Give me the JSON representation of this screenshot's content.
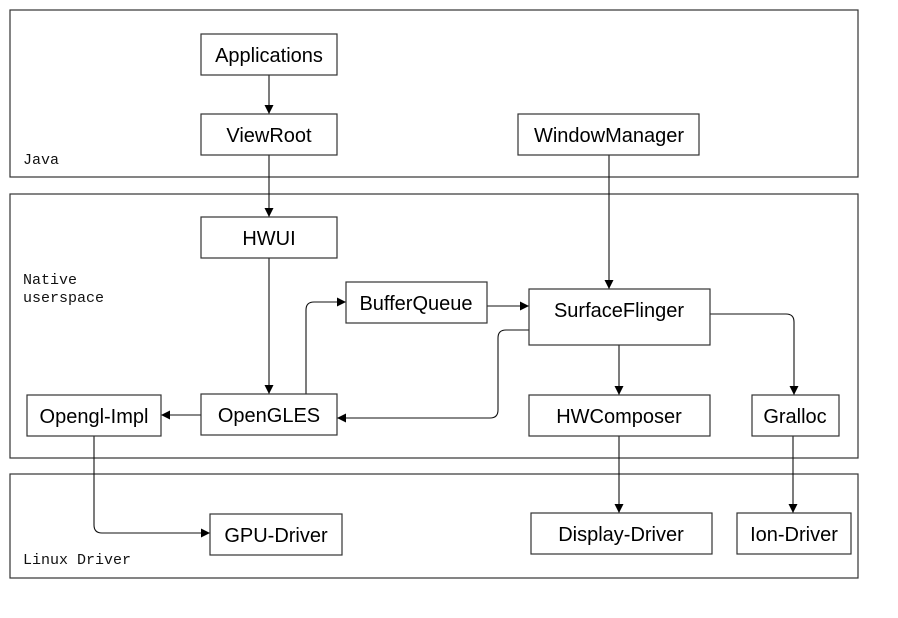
{
  "layers": {
    "java": {
      "label": "Java"
    },
    "native": {
      "label_line1": "Native",
      "label_line2": "userspace"
    },
    "linux": {
      "label": "Linux Driver"
    }
  },
  "nodes": {
    "applications": "Applications",
    "viewroot": "ViewRoot",
    "windowmanager": "WindowManager",
    "hwui": "HWUI",
    "bufferqueue": "BufferQueue",
    "surfaceflinger": "SurfaceFlinger",
    "opengl_impl": "Opengl-Impl",
    "opengles": "OpenGLES",
    "hwcomposer": "HWComposer",
    "gralloc": "Gralloc",
    "gpu_driver": "GPU-Driver",
    "display_driver": "Display-Driver",
    "ion_driver": "Ion-Driver"
  },
  "edges": [
    {
      "from": "Applications",
      "to": "ViewRoot"
    },
    {
      "from": "ViewRoot",
      "to": "HWUI"
    },
    {
      "from": "WindowManager",
      "to": "SurfaceFlinger"
    },
    {
      "from": "HWUI",
      "to": "OpenGLES"
    },
    {
      "from": "OpenGLES",
      "to": "BufferQueue"
    },
    {
      "from": "BufferQueue",
      "to": "SurfaceFlinger"
    },
    {
      "from": "SurfaceFlinger",
      "to": "OpenGLES"
    },
    {
      "from": "SurfaceFlinger",
      "to": "HWComposer"
    },
    {
      "from": "SurfaceFlinger",
      "to": "Gralloc"
    },
    {
      "from": "OpenGLES",
      "to": "Opengl-Impl"
    },
    {
      "from": "Opengl-Impl",
      "to": "GPU-Driver"
    },
    {
      "from": "HWComposer",
      "to": "Display-Driver"
    },
    {
      "from": "Gralloc",
      "to": "Ion-Driver"
    }
  ]
}
